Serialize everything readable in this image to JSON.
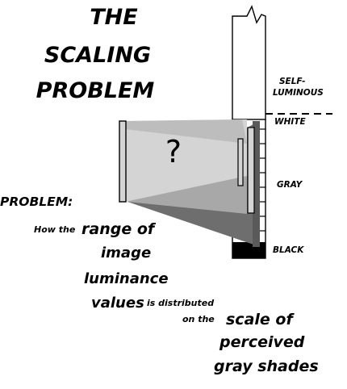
{
  "title": {
    "line1": "THE",
    "line2": "SCALING",
    "line3": "PROBLEM"
  },
  "scale": {
    "self_luminous_line1": "SELF-",
    "self_luminous_line2": "LUMINOUS",
    "white": "WHITE",
    "gray": "GRAY",
    "black": "BLACK"
  },
  "mapping_question": "?",
  "problem": {
    "label": "PROBLEM:",
    "how_the": "How the",
    "range_of": "range of",
    "image": "image",
    "luminance": "luminance",
    "values": "values",
    "is_distributed": "is distributed",
    "on_the": "on the",
    "scale_of": "scale of",
    "perceived": "perceived",
    "gray_shades": "gray shades"
  },
  "colors": {
    "ink": "#000000",
    "paper": "#ffffff",
    "light_gray": "#d4d4d4",
    "mid_gray": "#a8a8a8",
    "dark_gray": "#6e6e6e"
  }
}
